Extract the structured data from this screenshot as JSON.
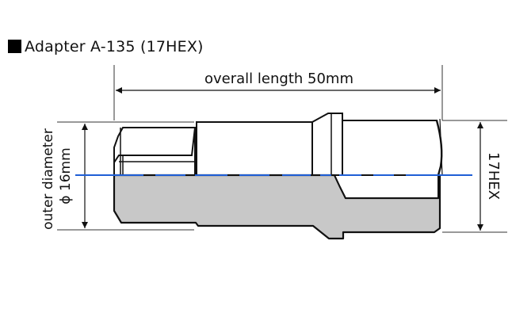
{
  "title": {
    "marker": "■",
    "text": "Adapter A-135 (17HEX)"
  },
  "dimensions": {
    "overall_length": "overall length 50mm",
    "outer_diameter_line1": "outer diameter",
    "outer_diameter_line2": "ϕ 16mm",
    "hex_size": "17HEX"
  },
  "colors": {
    "centerline": "#1f5fd6",
    "section_fill": "#c8c8c8",
    "outline": "#111111"
  }
}
